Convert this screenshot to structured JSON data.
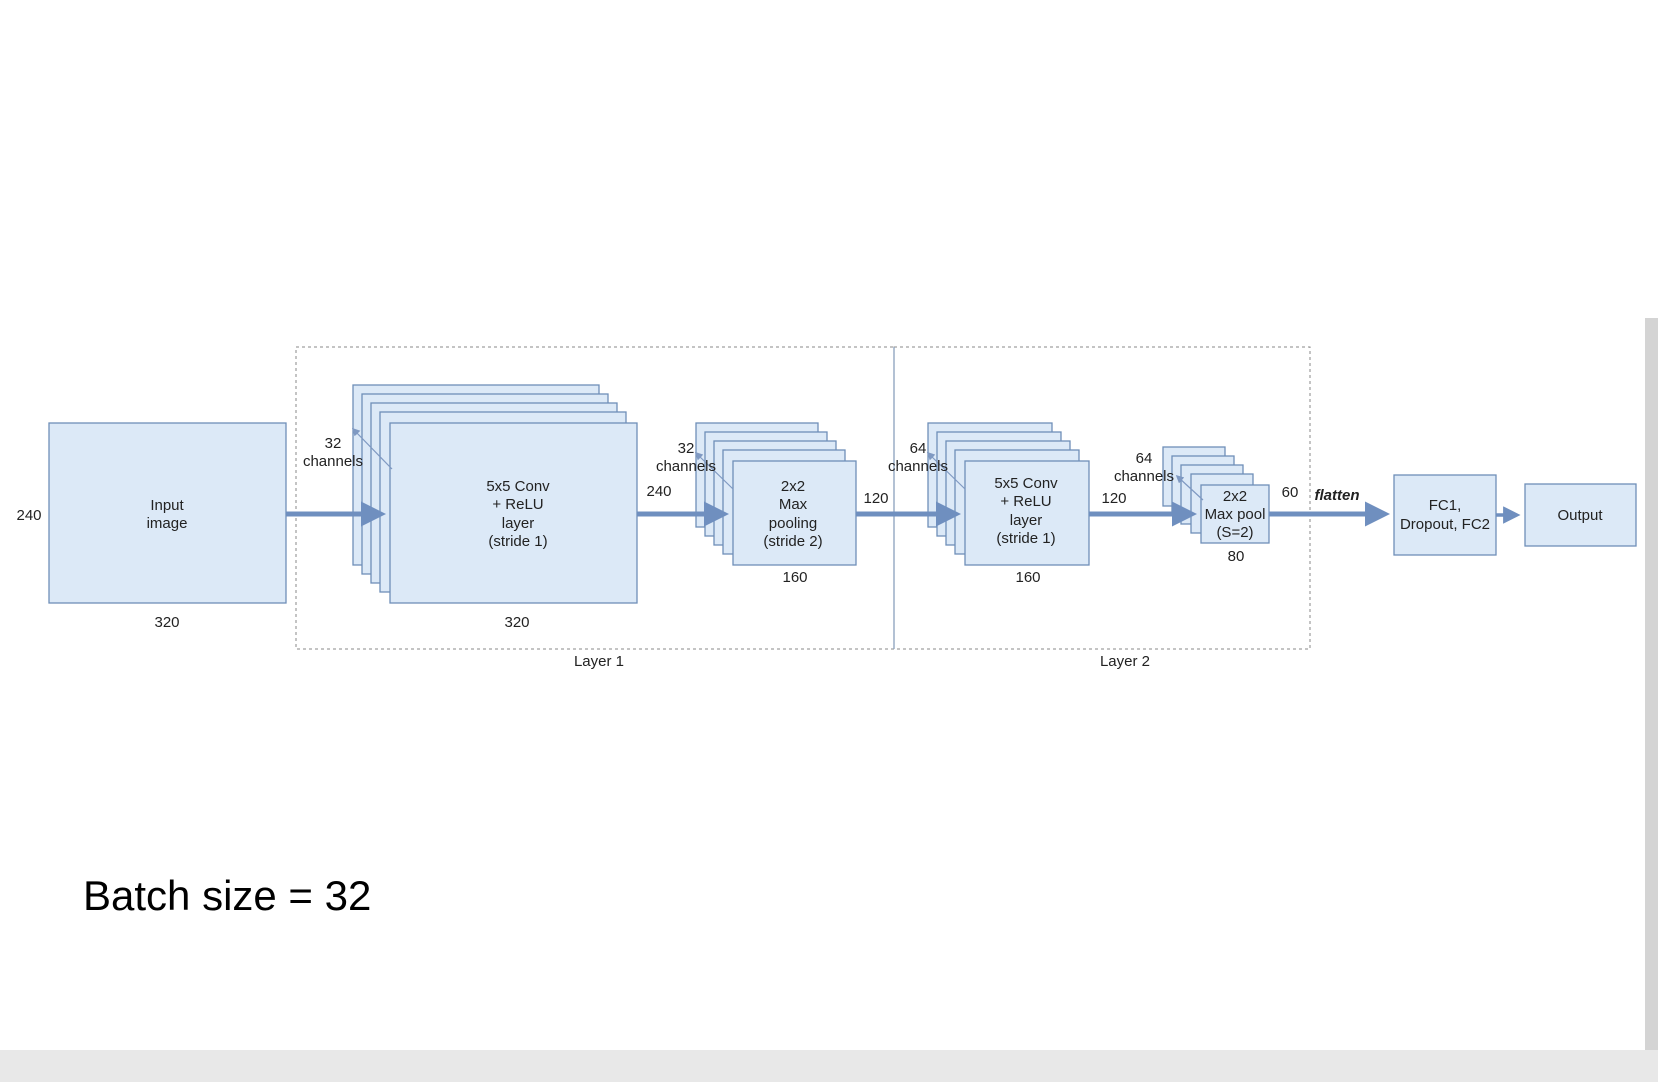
{
  "nodes": {
    "input": [
      "Input",
      "image"
    ],
    "conv1": [
      "5x5 Conv",
      "+ ReLU",
      "layer",
      "(stride 1)"
    ],
    "pool1": [
      "2x2",
      "Max",
      "pooling",
      "(stride 2)"
    ],
    "conv2": [
      "5x5 Conv",
      "+ ReLU",
      "layer",
      "(stride 1)"
    ],
    "pool2": [
      "2x2",
      "Max pool",
      "(S=2)"
    ],
    "fc": [
      "FC1,",
      "Dropout, FC2"
    ],
    "output": [
      "Output"
    ]
  },
  "channels": {
    "conv1": [
      "32",
      "channels"
    ],
    "pool1": [
      "32",
      "channels"
    ],
    "conv2": [
      "64",
      "channels"
    ],
    "pool2": [
      "64",
      "channels"
    ]
  },
  "dims": {
    "input_h": "240",
    "input_w": "320",
    "conv1_h": "240",
    "conv1_w": "320",
    "pool1_h": "120",
    "pool1_w": "160",
    "conv2_h": "120",
    "conv2_w": "160",
    "pool2_h": "60",
    "pool2_w": "80"
  },
  "flatten": "flatten",
  "groups": {
    "layer1": "Layer 1",
    "layer2": "Layer 2"
  },
  "batch_label": "Batch size = 32",
  "colors": {
    "box_fill": "#dce9f7",
    "box_stroke": "#6f8fb8",
    "arrow": "#6f8fbf"
  }
}
